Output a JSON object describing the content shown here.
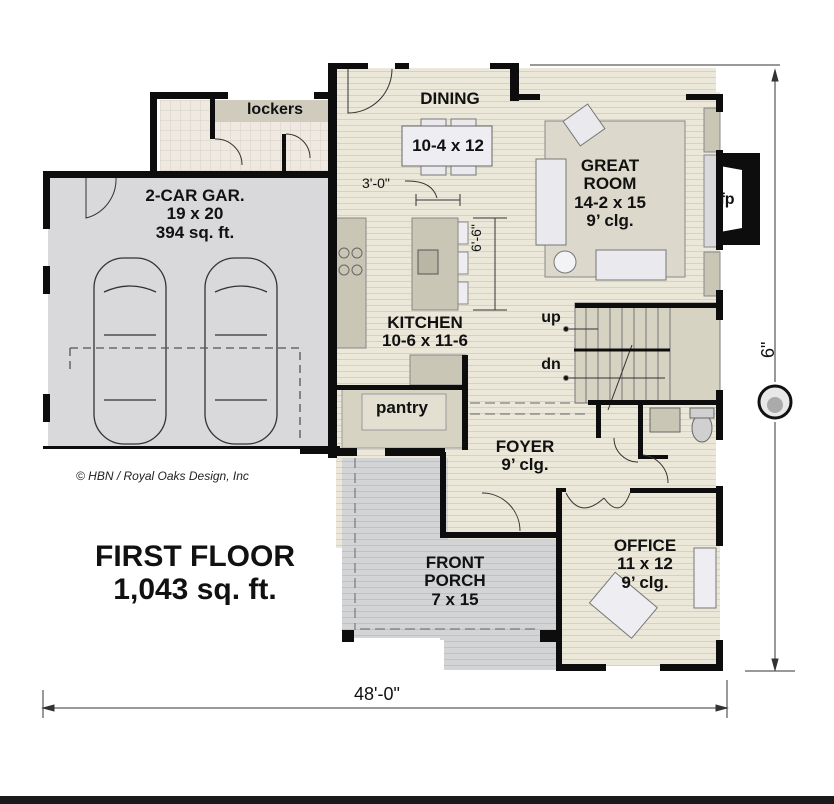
{
  "plan": {
    "title": "FIRST FLOOR",
    "area": "1,043 sq. ft.",
    "copyright": "© HBN / Royal Oaks Design, Inc",
    "overall_width": "48'-0\"",
    "overall_depth": "6\"",
    "colors": {
      "wall": "#0d0d0d",
      "floor_wood": "#ebe8d9",
      "floor_stripe": "#d6d2bf",
      "garage": "#d9d9dc",
      "porch": "#d3d4d6",
      "cabinet": "#c9c6b6",
      "rug": "#dcd9cc",
      "furniture": "#e9e9ee"
    }
  },
  "rooms": {
    "garage": {
      "name": "2-CAR GAR.",
      "size": "19 x 20",
      "area": "394 sq. ft."
    },
    "lockers": {
      "name": "lockers"
    },
    "dining": {
      "name": "DINING",
      "size": "10-4 x 12"
    },
    "great_room": {
      "name": "GREAT",
      "name2": "ROOM",
      "size": "14-2 x 15",
      "ceiling": "9’ clg."
    },
    "fireplace": {
      "name": "fp"
    },
    "kitchen": {
      "name": "KITCHEN",
      "size": "10-6 x 11-6"
    },
    "pantry": {
      "name": "pantry"
    },
    "foyer": {
      "name": "FOYER",
      "ceiling": "9’ clg."
    },
    "front_porch": {
      "name": "FRONT",
      "name2": "PORCH",
      "size": "7 x 15"
    },
    "office": {
      "name": "OFFICE",
      "size": "11 x 12",
      "ceiling": "9’ clg."
    },
    "stairs": {
      "up": "up",
      "down": "dn"
    }
  },
  "dimensions": {
    "aisle": "3'-0\"",
    "island": "6'-6\""
  }
}
